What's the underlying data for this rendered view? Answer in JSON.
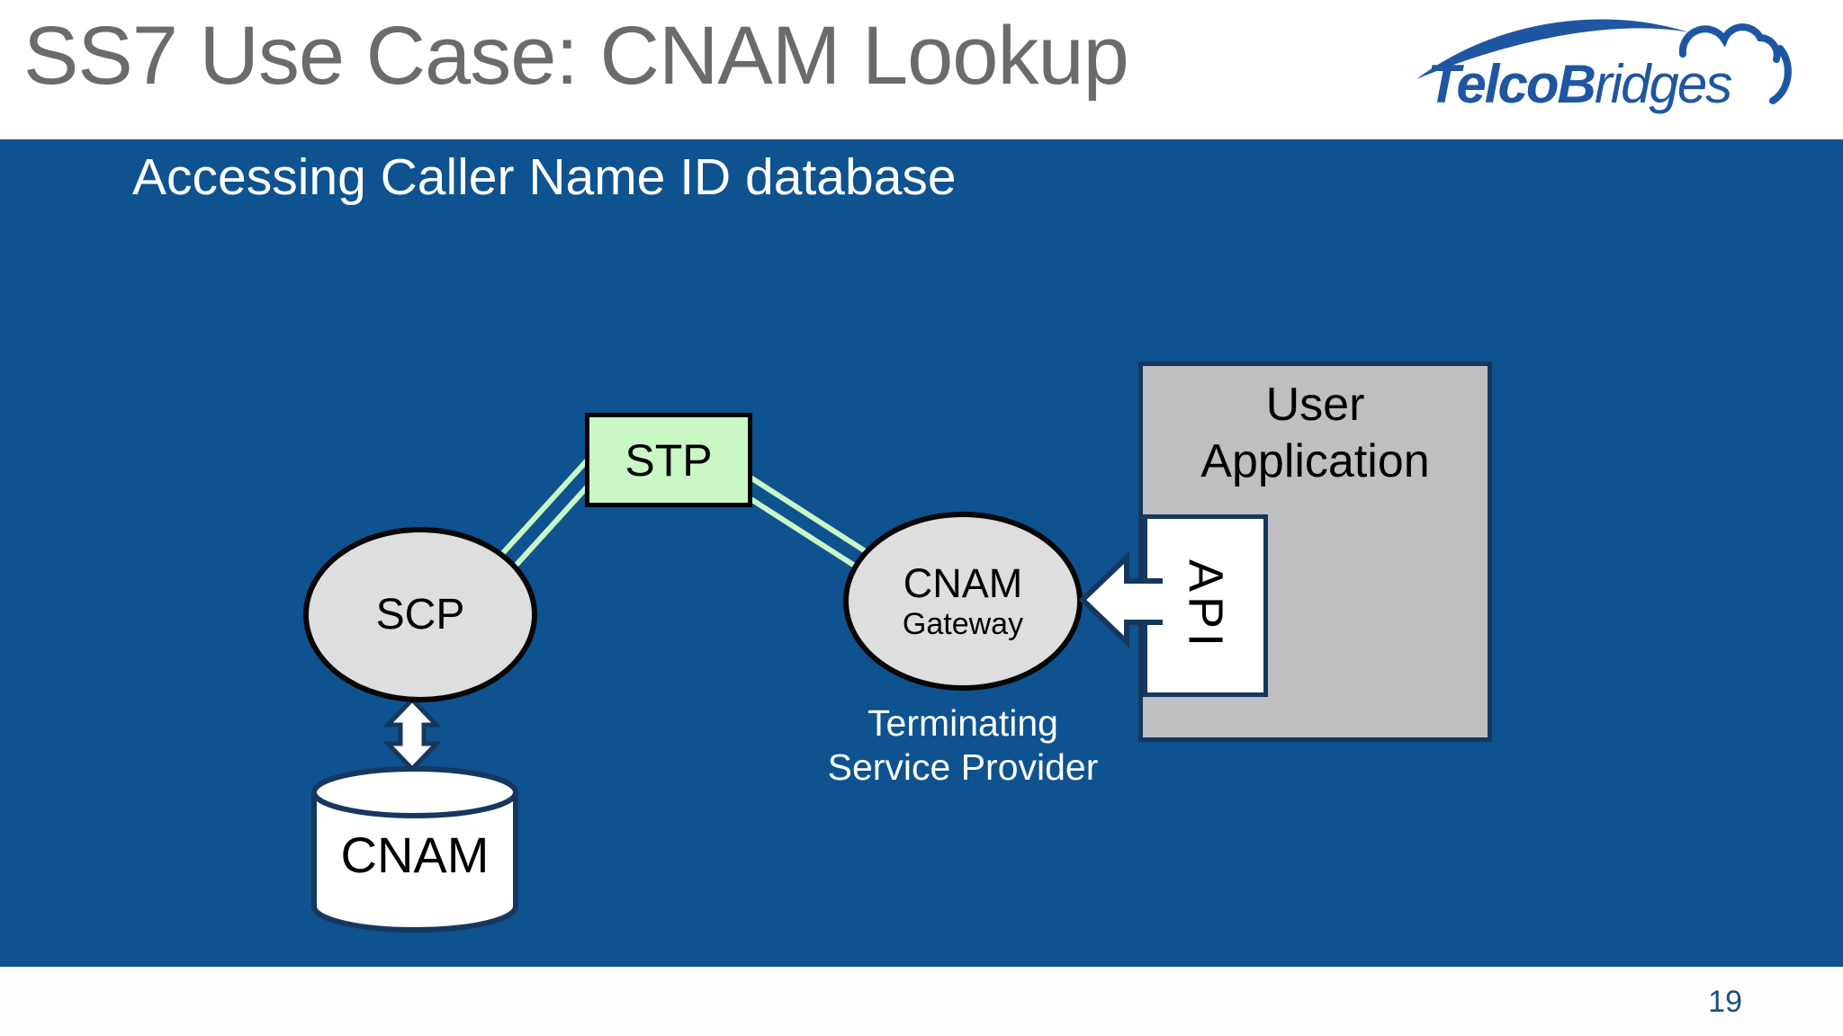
{
  "header": {
    "title": "SS7 Use Case: CNAM Lookup",
    "logo": {
      "part_bold": "TelcoB",
      "part_light": "ridges"
    }
  },
  "slide": {
    "subtitle": "Accessing Caller Name ID database",
    "page_number": "19"
  },
  "diagram": {
    "stp_label": "STP",
    "scp_label": "SCP",
    "cnam_gateway": {
      "line1": "CNAM",
      "line2": "Gateway"
    },
    "user_application": {
      "line1": "User",
      "line2": "Application"
    },
    "api_label": "API",
    "terminating_provider": {
      "line1": "Terminating",
      "line2": "Service Provider"
    },
    "cnam_database_label": "CNAM"
  },
  "colors": {
    "background_blue": "#0e5290",
    "title_gray": "#6b6b6b",
    "stp_green": "#c9f8c5",
    "link_green": "#c9f8c5",
    "ellipse_gray": "#dedede",
    "app_gray": "#bfbfc1",
    "navy_border": "#17375e",
    "logo_blue": "#1e56a2",
    "page_number_blue": "#1e4f82"
  }
}
